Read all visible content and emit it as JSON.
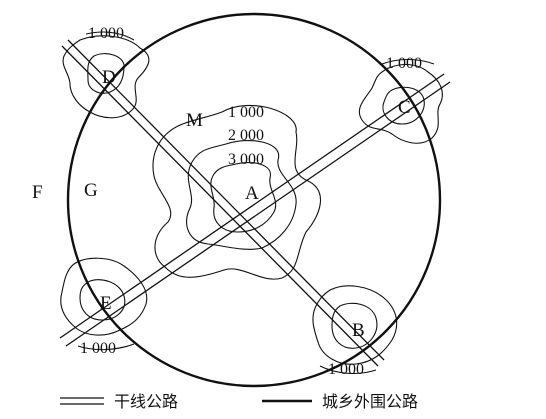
{
  "diagram": {
    "points": {
      "A": "A",
      "B": "B",
      "C": "C",
      "D": "D",
      "E": "E",
      "F": "F",
      "G": "G",
      "M": "M"
    },
    "contour_labels": {
      "a1": "1 000",
      "a2": "2 000",
      "a3": "3 000",
      "b": "1 000",
      "c": "1 000",
      "d": "1 000",
      "e": "1 000"
    },
    "legend": {
      "trunk_road": "干线公路",
      "ring_road": "城乡外围公路"
    },
    "colors": {
      "ink": "#111111",
      "background": "#ffffff"
    }
  }
}
